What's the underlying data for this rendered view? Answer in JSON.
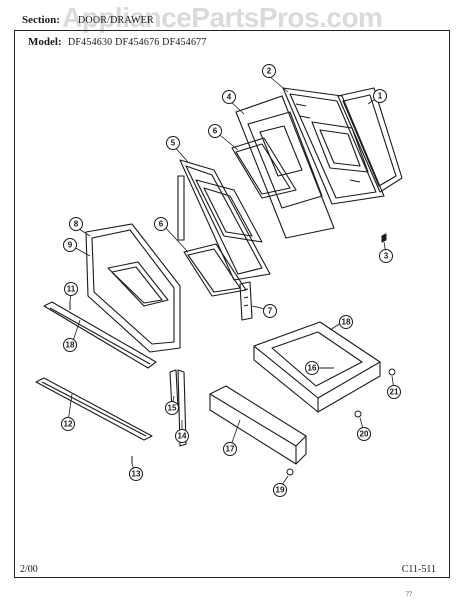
{
  "header": {
    "section_label": "Section:",
    "section_value": "DOOR/DRAWER",
    "model_label": "Model:",
    "model_value": "DF454630 DF454676 DF454677"
  },
  "watermark": "AppliancePartsPros.com",
  "footer": {
    "date": "2/00",
    "page_code": "C11-511",
    "corner_mark": "??"
  },
  "callouts": [
    "1",
    "2",
    "3",
    "4",
    "5",
    "6",
    "7",
    "8",
    "9",
    "11",
    "12",
    "13",
    "14",
    "15",
    "16",
    "17",
    "18",
    "19",
    "20",
    "21"
  ]
}
